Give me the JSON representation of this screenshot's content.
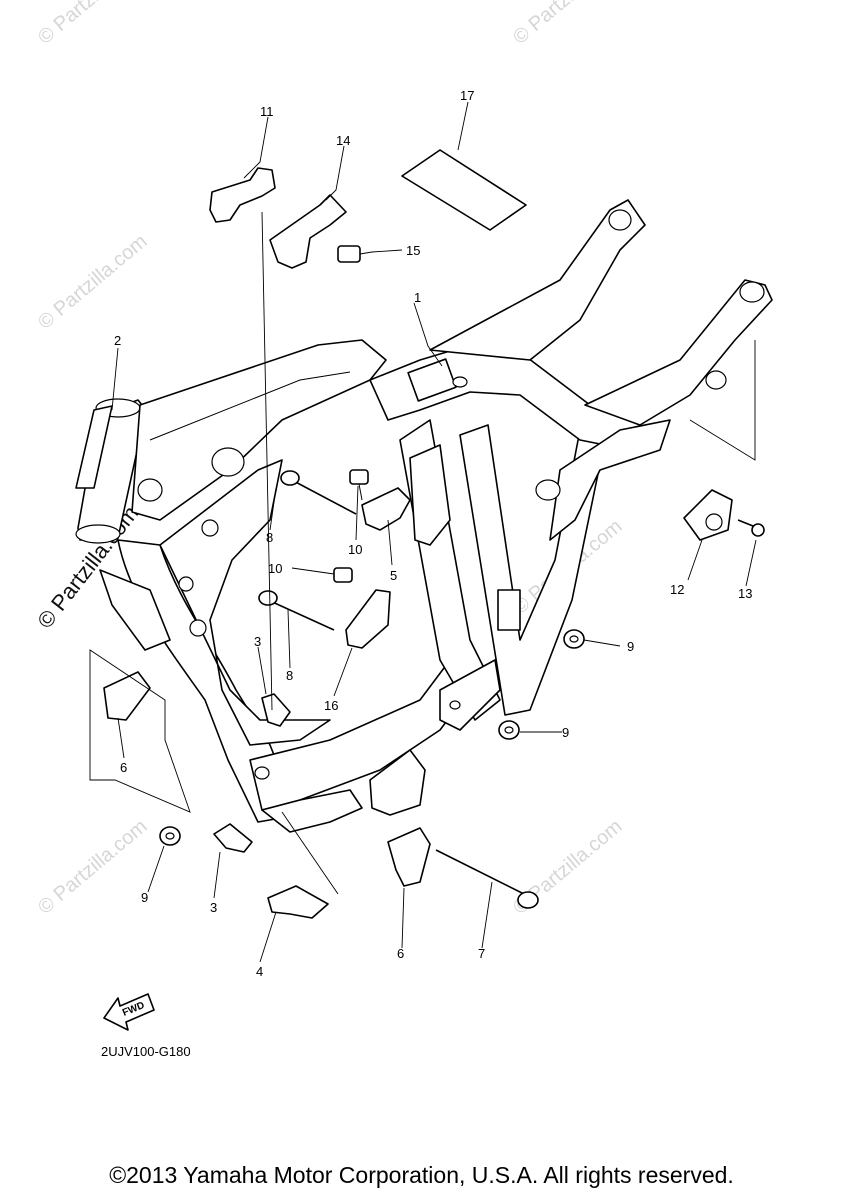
{
  "diagram": {
    "code": "2UJV100-G180",
    "copyright": "©2013 Yamaha Motor Corporation, U.S.A. All rights reserved.",
    "fwd_label": "FWD",
    "watermark_main": "© Partzilla.com",
    "watermark_small": "© Partzilla.com",
    "callouts": {
      "c1": "1",
      "c2": "2",
      "c3a": "3",
      "c3b": "3",
      "c4": "4",
      "c5": "5",
      "c6a": "6",
      "c6b": "6",
      "c7": "7",
      "c8a": "8",
      "c8b": "8",
      "c9a": "9",
      "c9b": "9",
      "c9c": "9",
      "c10a": "10",
      "c10b": "10",
      "c11": "11",
      "c12": "12",
      "c13": "13",
      "c14": "14",
      "c15": "15",
      "c16": "16",
      "c17": "17"
    }
  }
}
